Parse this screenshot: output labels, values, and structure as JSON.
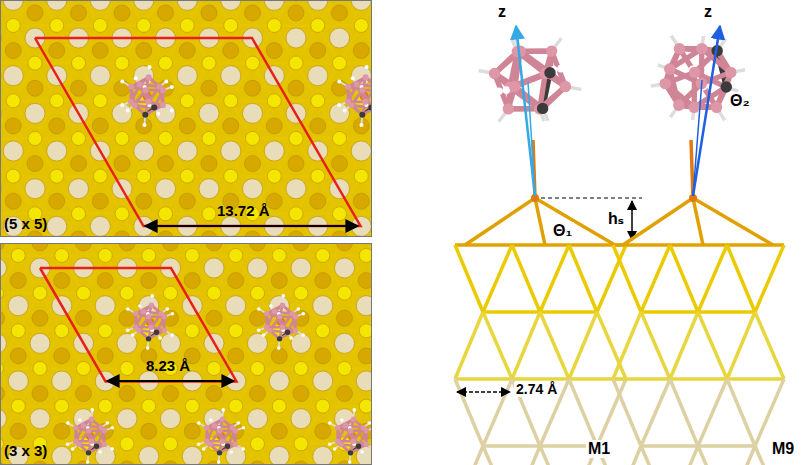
{
  "diagram": {
    "labels": [
      "(5 x 5)",
      "13.72 Å",
      "(3 x 3)",
      "8.23 Å",
      "z",
      "Θ₁",
      "hₛ",
      "2.74 Å",
      "M1",
      "z",
      "Θ₂",
      "M9"
    ]
  }
}
